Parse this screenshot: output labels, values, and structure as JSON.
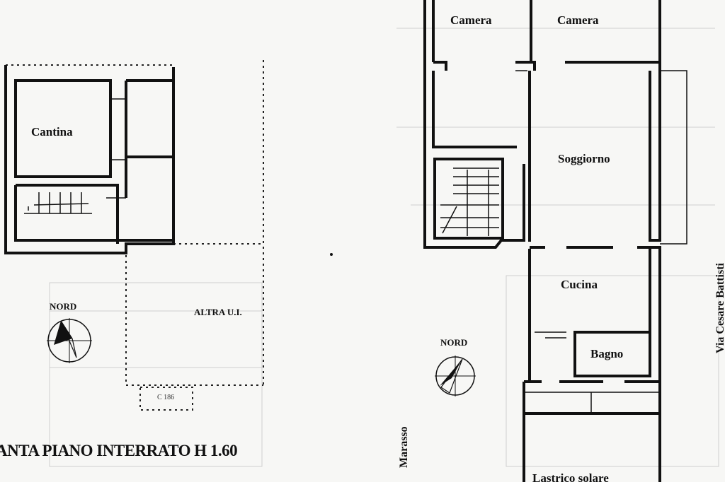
{
  "left_plan": {
    "rooms": {
      "cantina": "Cantina",
      "altra_ui": "ALTRA U.I."
    },
    "north_label": "NORD",
    "caption": "ANTA PIANO INTERRATO H 1.60"
  },
  "right_plan": {
    "rooms": {
      "camera_1": "Camera",
      "camera_2": "Camera",
      "soggiorno": "Soggiorno",
      "cucina": "Cucina",
      "bagno": "Bagno",
      "lastrico": "Lastrico solare"
    },
    "north_label": "NORD",
    "street_right": "Via Cesare Battisti",
    "street_left": "Marasso"
  }
}
